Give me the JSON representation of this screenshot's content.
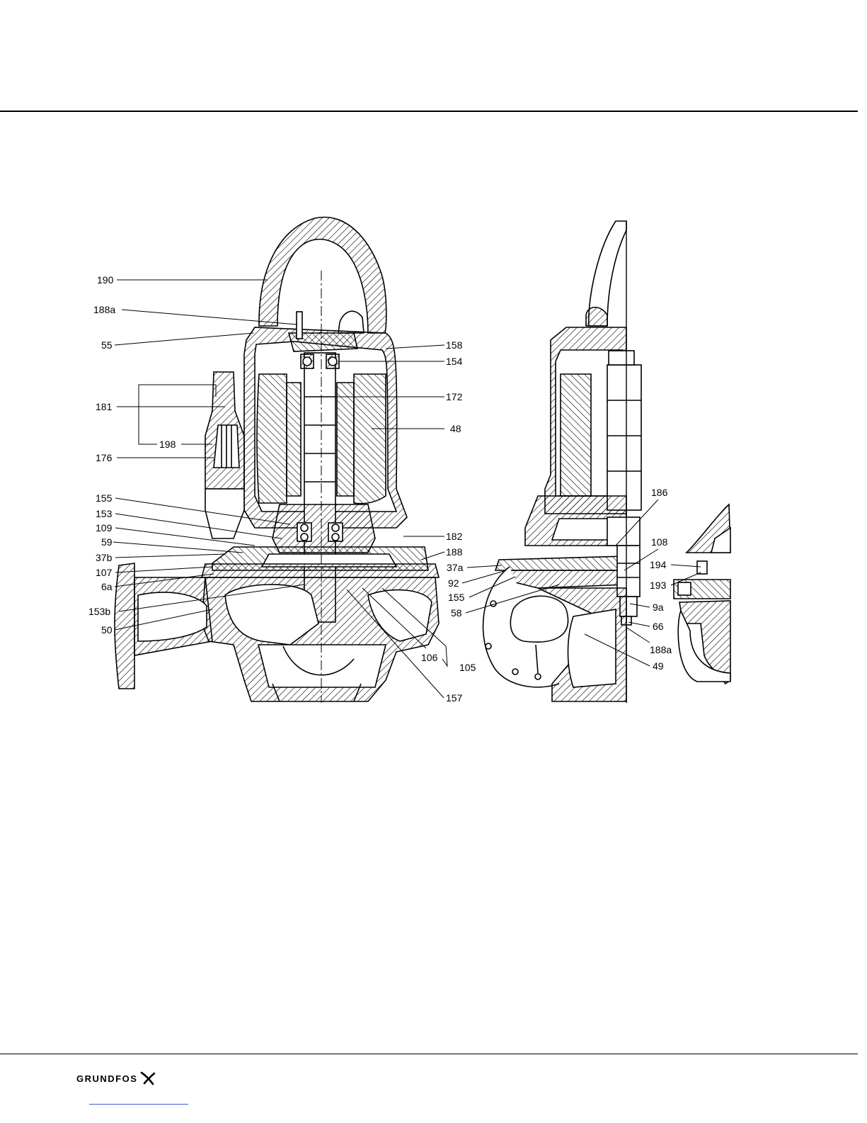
{
  "brand": {
    "name": "GRUNDFOS",
    "mark": "grundfos-x-mark-icon"
  },
  "drawing": {
    "type": "sectional-drawing",
    "views": [
      "front-section",
      "side-section",
      "detail-section"
    ],
    "labels": [
      {
        "id": "190",
        "text": "190"
      },
      {
        "id": "188a-top",
        "text": "188a"
      },
      {
        "id": "55",
        "text": "55"
      },
      {
        "id": "181",
        "text": "181"
      },
      {
        "id": "198",
        "text": "198"
      },
      {
        "id": "176",
        "text": "176"
      },
      {
        "id": "155-left",
        "text": "155"
      },
      {
        "id": "153",
        "text": "153"
      },
      {
        "id": "109",
        "text": "109"
      },
      {
        "id": "59",
        "text": "59"
      },
      {
        "id": "37b",
        "text": "37b"
      },
      {
        "id": "107",
        "text": "107"
      },
      {
        "id": "6a",
        "text": "6a"
      },
      {
        "id": "153b",
        "text": "153b"
      },
      {
        "id": "50",
        "text": "50"
      },
      {
        "id": "158",
        "text": "158"
      },
      {
        "id": "154",
        "text": "154"
      },
      {
        "id": "172",
        "text": "172"
      },
      {
        "id": "48",
        "text": "48"
      },
      {
        "id": "182",
        "text": "182"
      },
      {
        "id": "188",
        "text": "188"
      },
      {
        "id": "106",
        "text": "106"
      },
      {
        "id": "105",
        "text": "105"
      },
      {
        "id": "157",
        "text": "157"
      },
      {
        "id": "37a",
        "text": "37a"
      },
      {
        "id": "92",
        "text": "92"
      },
      {
        "id": "155-mid",
        "text": "155"
      },
      {
        "id": "58",
        "text": "58"
      },
      {
        "id": "186",
        "text": "186"
      },
      {
        "id": "108",
        "text": "108"
      },
      {
        "id": "9a",
        "text": "9a"
      },
      {
        "id": "66",
        "text": "66"
      },
      {
        "id": "188a-bottom",
        "text": "188a"
      },
      {
        "id": "49",
        "text": "49"
      },
      {
        "id": "194",
        "text": "194"
      },
      {
        "id": "193",
        "text": "193"
      }
    ]
  }
}
